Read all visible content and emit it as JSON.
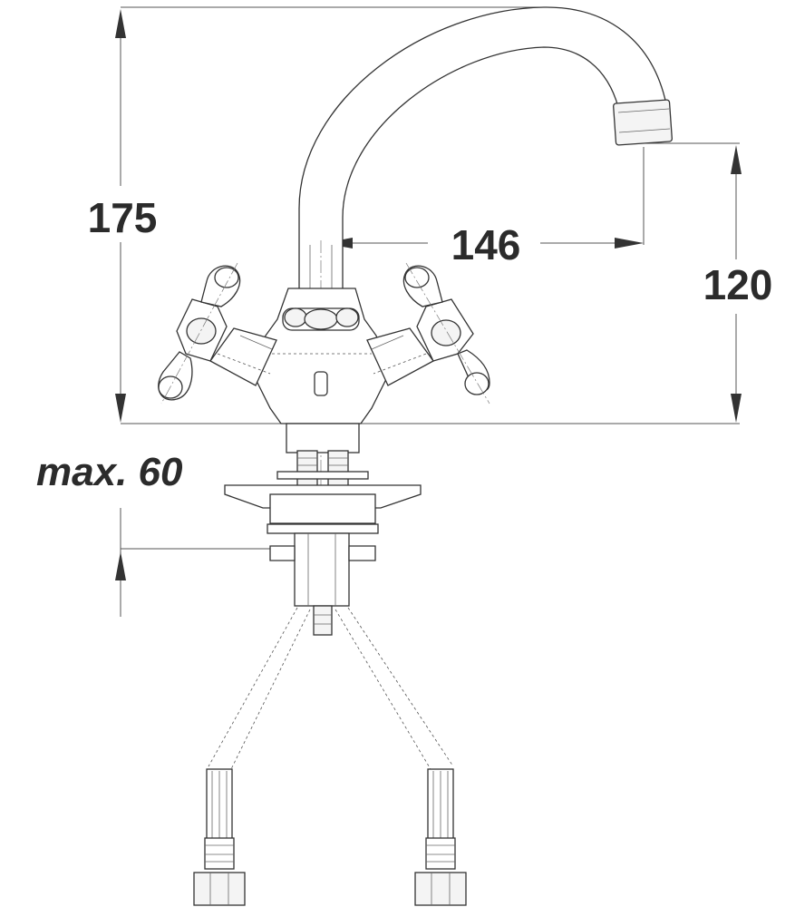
{
  "dimensions": {
    "overall_height": "175",
    "spout_reach": "146",
    "spout_height": "120",
    "max_deck_thickness": "max. 60"
  },
  "colors": {
    "line": "#333333",
    "text": "#2b2b2b",
    "background": "#ffffff"
  }
}
